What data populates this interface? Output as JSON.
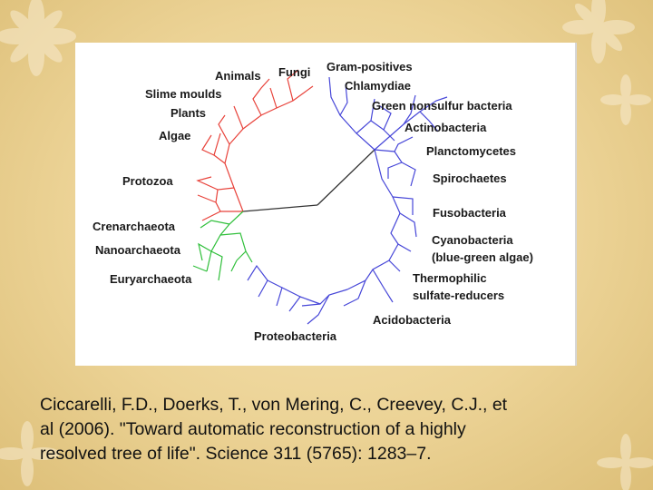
{
  "figure": {
    "labels": {
      "animals": "Animals",
      "fungi": "Fungi",
      "gram_positives": "Gram-positives",
      "chlamydiae": "Chlamydiae",
      "slime_moulds": "Slime moulds",
      "green_nonsulfur": "Green nonsulfur bacteria",
      "plants": "Plants",
      "actinobacteria": "Actinobacteria",
      "algae": "Algae",
      "planctomycetes": "Planctomycetes",
      "spirochaetes": "Spirochaetes",
      "protozoa": "Protozoa",
      "fusobacteria": "Fusobacteria",
      "crenarchaeota": "Crenarchaeota",
      "cyanobacteria_1": "Cyanobacteria",
      "cyanobacteria_2": "(blue-green algae)",
      "nanoarchaeota": "Nanoarchaeota",
      "euryarchaeota": "Euryarchaeota",
      "thermophilic_1": "Thermophilic",
      "thermophilic_2": "sulfate-reducers",
      "acidobacteria": "Acidobacteria",
      "proteobacteria": "Proteobacteria"
    },
    "colors": {
      "eukaryota": "#e8423a",
      "bacteria": "#4646d8",
      "archaea": "#2fbf3a",
      "root": "#333333"
    }
  },
  "citation": {
    "line1": "Ciccarelli, F.D., Doerks, T., von Mering, C., Creevey, C.J., et",
    "line2": "al (2006). \"Toward automatic reconstruction of a highly",
    "line3": "resolved tree of life\". Science 311 (5765): 1283–7."
  }
}
